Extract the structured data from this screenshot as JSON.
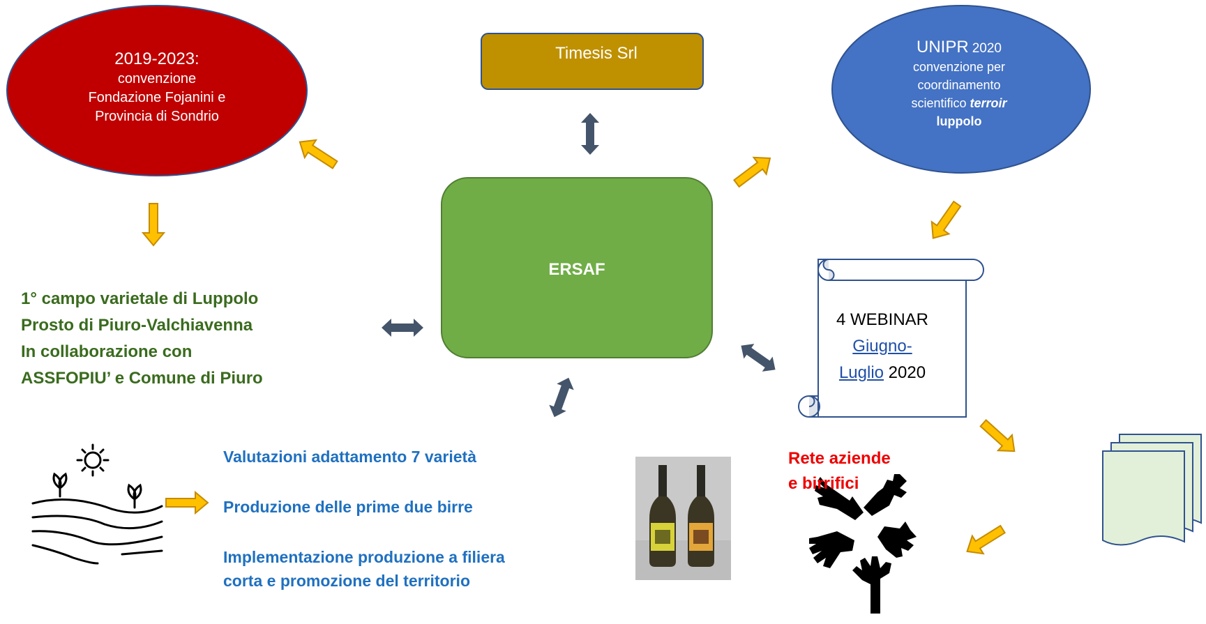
{
  "nodes": {
    "red": {
      "line1": "2019-2023:",
      "line2": "convenzione",
      "line3": "Fondazione Fojanini e",
      "line4": "Provincia di Sondrio"
    },
    "timesis": {
      "label": "Timesis Srl"
    },
    "unipr": {
      "title": "UNIPR",
      "year": "2020",
      "line2": "convenzione per",
      "line3": "coordinamento",
      "line4_prefix": "scientifico",
      "line4_em": "terroir",
      "line5": "luppolo"
    },
    "ersaf": {
      "label": "ERSAF"
    },
    "webinar": {
      "line1": "4 WEBINAR",
      "link_part1": "Giugno-",
      "link_part2": "Luglio",
      "year": "2020"
    },
    "campo": {
      "line1": "1° campo varietale di Luppolo",
      "line2": "Prosto di Piuro-Valchiavenna",
      "line3": "In collaborazione con",
      "line4": "ASSFOPIU’ e Comune di Piuro"
    },
    "rete": {
      "line1": "Rete aziende",
      "line2": "e birrifici"
    }
  },
  "activities": {
    "item1": "Valutazioni adattamento  7 varietà",
    "item2": "Produzione delle prime due birre",
    "item3_line1": "Implementazione produzione a filiera",
    "item3_line2": "corta e promozione del territorio"
  },
  "colors": {
    "red": "#c00000",
    "timesis": "#bf9000",
    "unipr": "#4472c4",
    "ersaf": "#70ad47",
    "arrow_yellow": "#ffc000",
    "arrow_blue": "#44546a",
    "doc_fill": "#e2f0d9"
  },
  "icons": {
    "field": "field-sun-icon",
    "hands": "hands-network-icon",
    "documents": "documents-icon",
    "scroll": "scroll-shape"
  }
}
